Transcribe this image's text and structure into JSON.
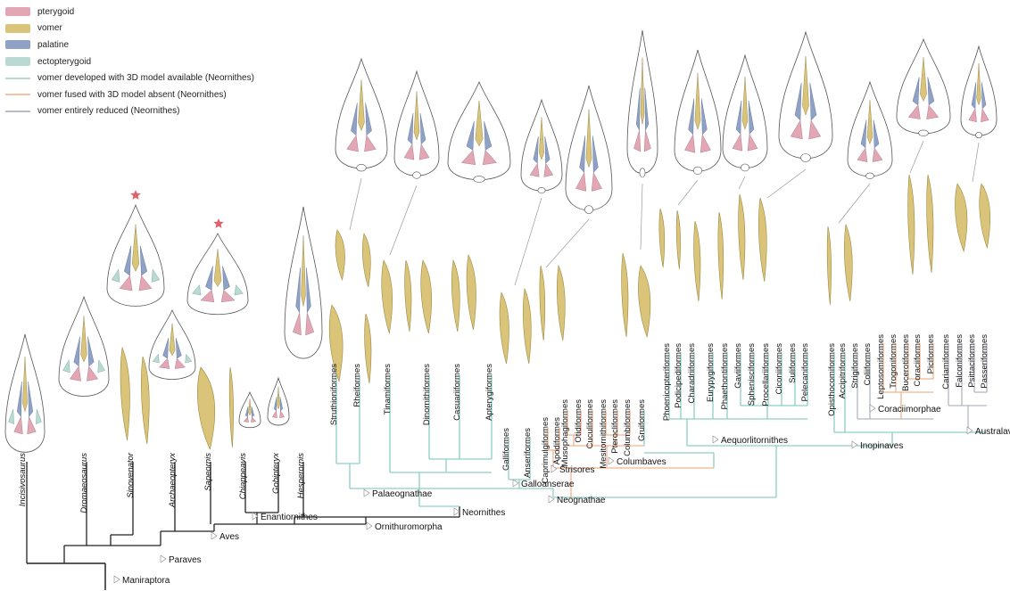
{
  "legend": [
    {
      "label": "pterygoid",
      "color": "#e2a6b5",
      "kind": "swatch"
    },
    {
      "label": "vomer",
      "color": "#d9c47a",
      "kind": "swatch"
    },
    {
      "label": "palatine",
      "color": "#8fa1c4",
      "kind": "swatch"
    },
    {
      "label": "ectopterygoid",
      "color": "#b9d9d2",
      "kind": "swatch"
    },
    {
      "label": "vomer developed with 3D model available (Neornithes)",
      "color": "#b9d9d2",
      "kind": "line"
    },
    {
      "label": "vomer fused with 3D model absent (Neornithes)",
      "color": "#f2c3a4",
      "kind": "line"
    },
    {
      "label": "vomer entirely reduced (Neornithes)",
      "color": "#b9bcc9",
      "kind": "line"
    }
  ],
  "colors": {
    "pterygoid": "#e2a6b5",
    "vomer": "#d9c47a",
    "palatine": "#8fa1c4",
    "ectopterygoid": "#b9d9d2",
    "star": "#e0606e",
    "tree": "#222222",
    "teal": "#8dcfc7",
    "orange": "#f2b48e",
    "grey": "#b3b6c2"
  },
  "taxa": {
    "incisivosaurus": "Incisivosaurus",
    "dromaeosaurus": "Dromaeosaurus",
    "sinovenator": "Sinovenator",
    "archaeopteryx": "Archaeopteryx",
    "sapeornis": "Sapeornis",
    "chiappeavis": "Chiappeavis",
    "gobipteryx": "Gobipteryx",
    "hesperornis": "Hesperornis",
    "struthioniformes": "Struthioniformes",
    "rheiformes": "Rheiformes",
    "tinamiformes": "Tinamiformes",
    "dinornithiformes": "Dinornithiformes",
    "casuariiformes": "Casuariiformes",
    "apterygiformes": "Apterygiformes",
    "galliformes": "Galliformes",
    "anseriformes": "Anseriformes",
    "caprimulgiformes": "Caprimulgiformes",
    "apodiformes": "Apodiformes",
    "musophagiformes": "Musophagiformes",
    "otidiformes": "Otidiformes",
    "cuculiformes": "Cuculiformes",
    "mesitornithiformes": "Mesitornithiformes",
    "pterocliformes": "Pterocliformes",
    "columbiformes": "Columbiformes",
    "gruiformes": "Gruiformes",
    "phoenicopteriformes": "Phoenicopteriformes",
    "podicipediformes": "Podicipediformes",
    "charadriiformes": "Charadriiformes",
    "eurypygiformes": "Eurypygiformes",
    "phaethontiformes": "Phaethontiformes",
    "gaviiformes": "Gaviiformes",
    "sphenisciformes": "Sphenisciformes",
    "procellariiformes": "Procellariiformes",
    "ciconiiformes": "Ciconiiformes",
    "suliformes": "Suliformes",
    "pelecaniformes": "Pelecaniformes",
    "opisthocomiformes": "Opisthocomiformes",
    "accipitriformes": "Accipitriformes",
    "strigiformes": "Strigiformes",
    "coliiformes": "Coliiformes",
    "leptosomiformes": "Leptosomiformes",
    "trogoniformes": "Trogoniformes",
    "bucerotiformes": "Bucerotiformes",
    "coraciiformes": "Coraciiformes",
    "piciformes": "Piciformes",
    "cariamiformes": "Cariamiformes",
    "falconiformes": "Falconiformes",
    "psittaciformes": "Psittaciformes",
    "passeriformes": "Passeriformes"
  },
  "clades": {
    "maniraptora": "Maniraptora",
    "paraves": "Paraves",
    "aves": "Aves",
    "enantiornithes": "Enantiornithes",
    "ornithuromorpha": "Ornithuromorpha",
    "neornithes": "Neornithes",
    "palaeognathae": "Palaeognathae",
    "neognathae": "Neognathae",
    "galloanserae": "Galloanserae",
    "strisores": "Strisores",
    "columbaves": "Columbaves",
    "aequorlitornithes": "Aequorlitornithes",
    "inopinaves": "Inopinaves",
    "coraciimorphae": "Coraciimorphae",
    "australaves": "Australaves"
  }
}
